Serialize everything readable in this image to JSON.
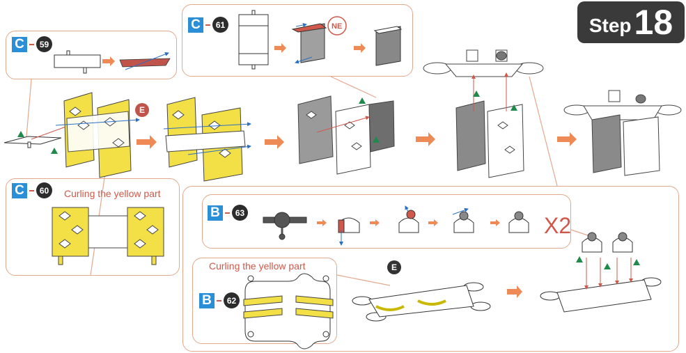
{
  "step": {
    "word": "Step",
    "number": "18"
  },
  "substeps": {
    "s59": {
      "letter": "C",
      "number": "59"
    },
    "s61": {
      "letter": "C",
      "number": "61",
      "note": "NE"
    },
    "s60": {
      "letter": "C",
      "number": "60",
      "caption": "Curling the yellow part"
    },
    "s63": {
      "letter": "B",
      "number": "63",
      "multiplier": "X2"
    },
    "s62": {
      "letter": "B",
      "number": "62",
      "caption": "Curling the yellow part"
    }
  },
  "markers": {
    "e": "E"
  },
  "colors": {
    "yellow": "#f2e046",
    "arrow": "#ee8a55",
    "leader": "#e3a88c",
    "tag": "#2a8fd6",
    "badge": "#3a3a3a",
    "red": "#d0584b",
    "blue": "#2b6fc4",
    "green": "#1f8a4a",
    "gray": "#9a9a9a"
  }
}
